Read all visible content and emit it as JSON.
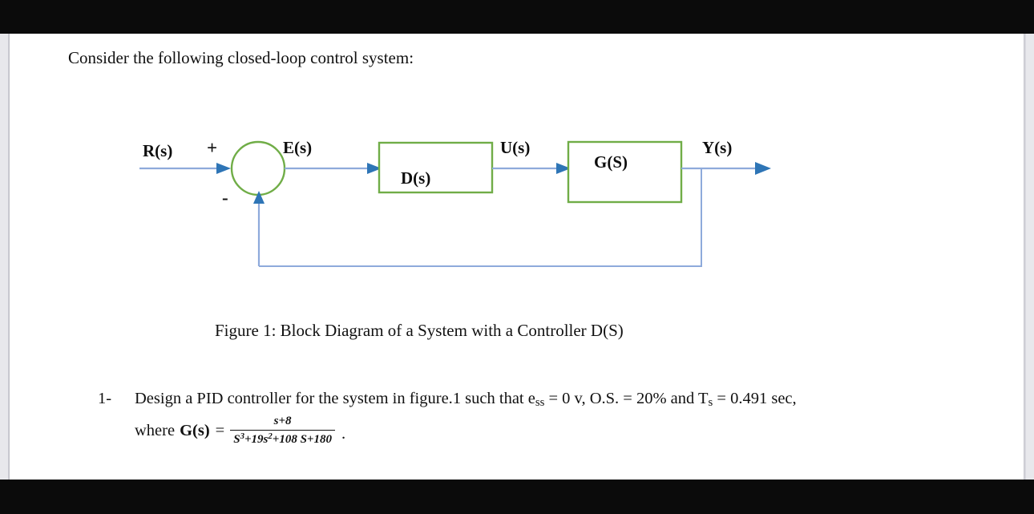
{
  "document": {
    "intro": "Consider the following closed-loop control system:",
    "caption": "Figure 1: Block Diagram of a System with a Controller D(S)"
  },
  "diagram": {
    "input_label": "R(s)",
    "plus_sign": "+",
    "minus_sign": "-",
    "error_label": "E(s)",
    "controller_label": "D(s)",
    "control_label": "U(s)",
    "plant_label": "G(S)",
    "output_label": "Y(s)",
    "colors": {
      "box_border": "#70ad47",
      "summing_circle": "#70ad47",
      "signal_line": "#8eaadb",
      "arrow_head": "#2e75b6"
    }
  },
  "question": {
    "number": "1-",
    "line1_part1": "Design a PID controller for the system in figure.1  such that e",
    "line1_sub1": "ss",
    "line1_part2": " = 0 v, O.S. = 20% and T",
    "line1_sub2": "s",
    "line1_part3": " = 0.491 sec,",
    "where_word": "where",
    "gs_symbol": "G(s)",
    "equals": "=",
    "numerator": "s+8",
    "denominator_pre": "S",
    "denominator_exp1": "3",
    "denominator_mid1": "+19s",
    "denominator_exp2": "2",
    "denominator_mid2": "+108 S+180",
    "trailing_period": "."
  }
}
